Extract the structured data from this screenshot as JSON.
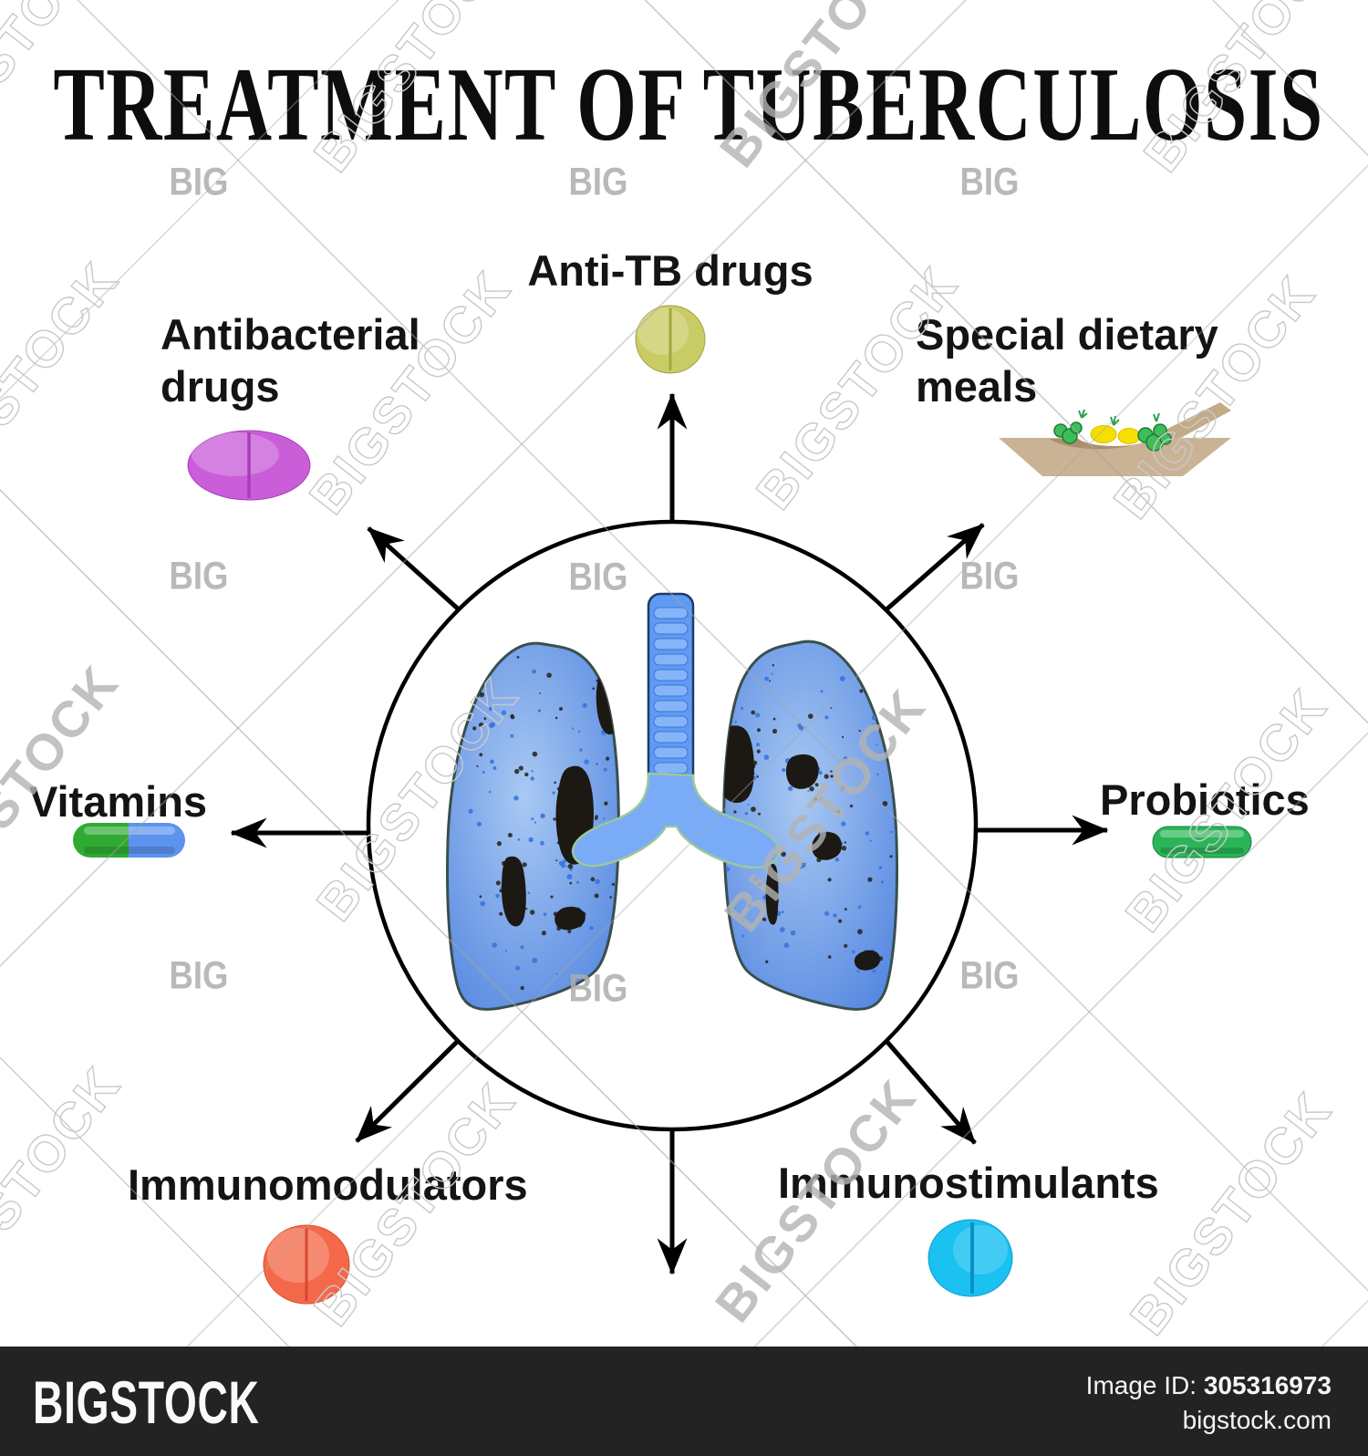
{
  "title": "TREATMENT OF TUBERCULOSIS",
  "center": {
    "organ": "lungs with tuberculosis lesions"
  },
  "treatments": {
    "anti_tb": {
      "label": "Anti-TB drugs",
      "icon": "round-olive-tablet"
    },
    "antibacterial": {
      "lines": [
        "Antibacterial",
        "drugs"
      ],
      "icon": "oval-magenta-tablet"
    },
    "special_meals": {
      "lines": [
        "Special dietary",
        "meals"
      ],
      "icon": "plate-of-diet-food"
    },
    "vitamins": {
      "label": "Vitamins",
      "icon": "green-blue-capsule"
    },
    "probiotics": {
      "label": "Probiotics",
      "icon": "green-capsule"
    },
    "immunomodulators": {
      "label": "Immunomodulators",
      "icon": "round-orange-tablet"
    },
    "immunostimulants": {
      "label": "Immunostimulants",
      "icon": "round-cyan-tablet"
    }
  },
  "watermarks": {
    "big": "BIG",
    "bigstock": "BIGSTOCK"
  },
  "footer": {
    "logo": "BIGSTOCK",
    "image_id_label": "Image ID:",
    "image_id": "305316973",
    "site": "bigstock.com"
  },
  "colors": {
    "title_text": "#0d0d0d",
    "label_text": "#141414",
    "arrow": "#000000",
    "circle_stroke": "#000000",
    "circle_fill": "#ffffff",
    "lung_light": "#a9c9f3",
    "lung_dark": "#4e82df",
    "lung_outline": "#3a4f4d",
    "trachea": "#5f9af3",
    "trachea_ring": "#85b5f8",
    "bronchi": "#79abf6",
    "bronchi_outline": "#9cc79b",
    "lesion": "#1c1814",
    "pill_anti_tb": "#c9cc64",
    "pill_antibacterial": "#ca5ed9",
    "pill_immunomodulators": "#f4694a",
    "pill_immunostimulants": "#1ac1f1",
    "capsule_vitamins_green": "#2faa33",
    "capsule_vitamins_blue": "#5b93ee",
    "capsule_probiotics": "#2ab657",
    "plate": "#c9b394",
    "plate_shadow": "#a98b67",
    "egg_yellow": "#f5df00",
    "veg_green": "#3fbd5a",
    "watermark_gray": "#b3b3b3",
    "footer_bg": "#232323",
    "footer_text": "#f5f5f5"
  }
}
